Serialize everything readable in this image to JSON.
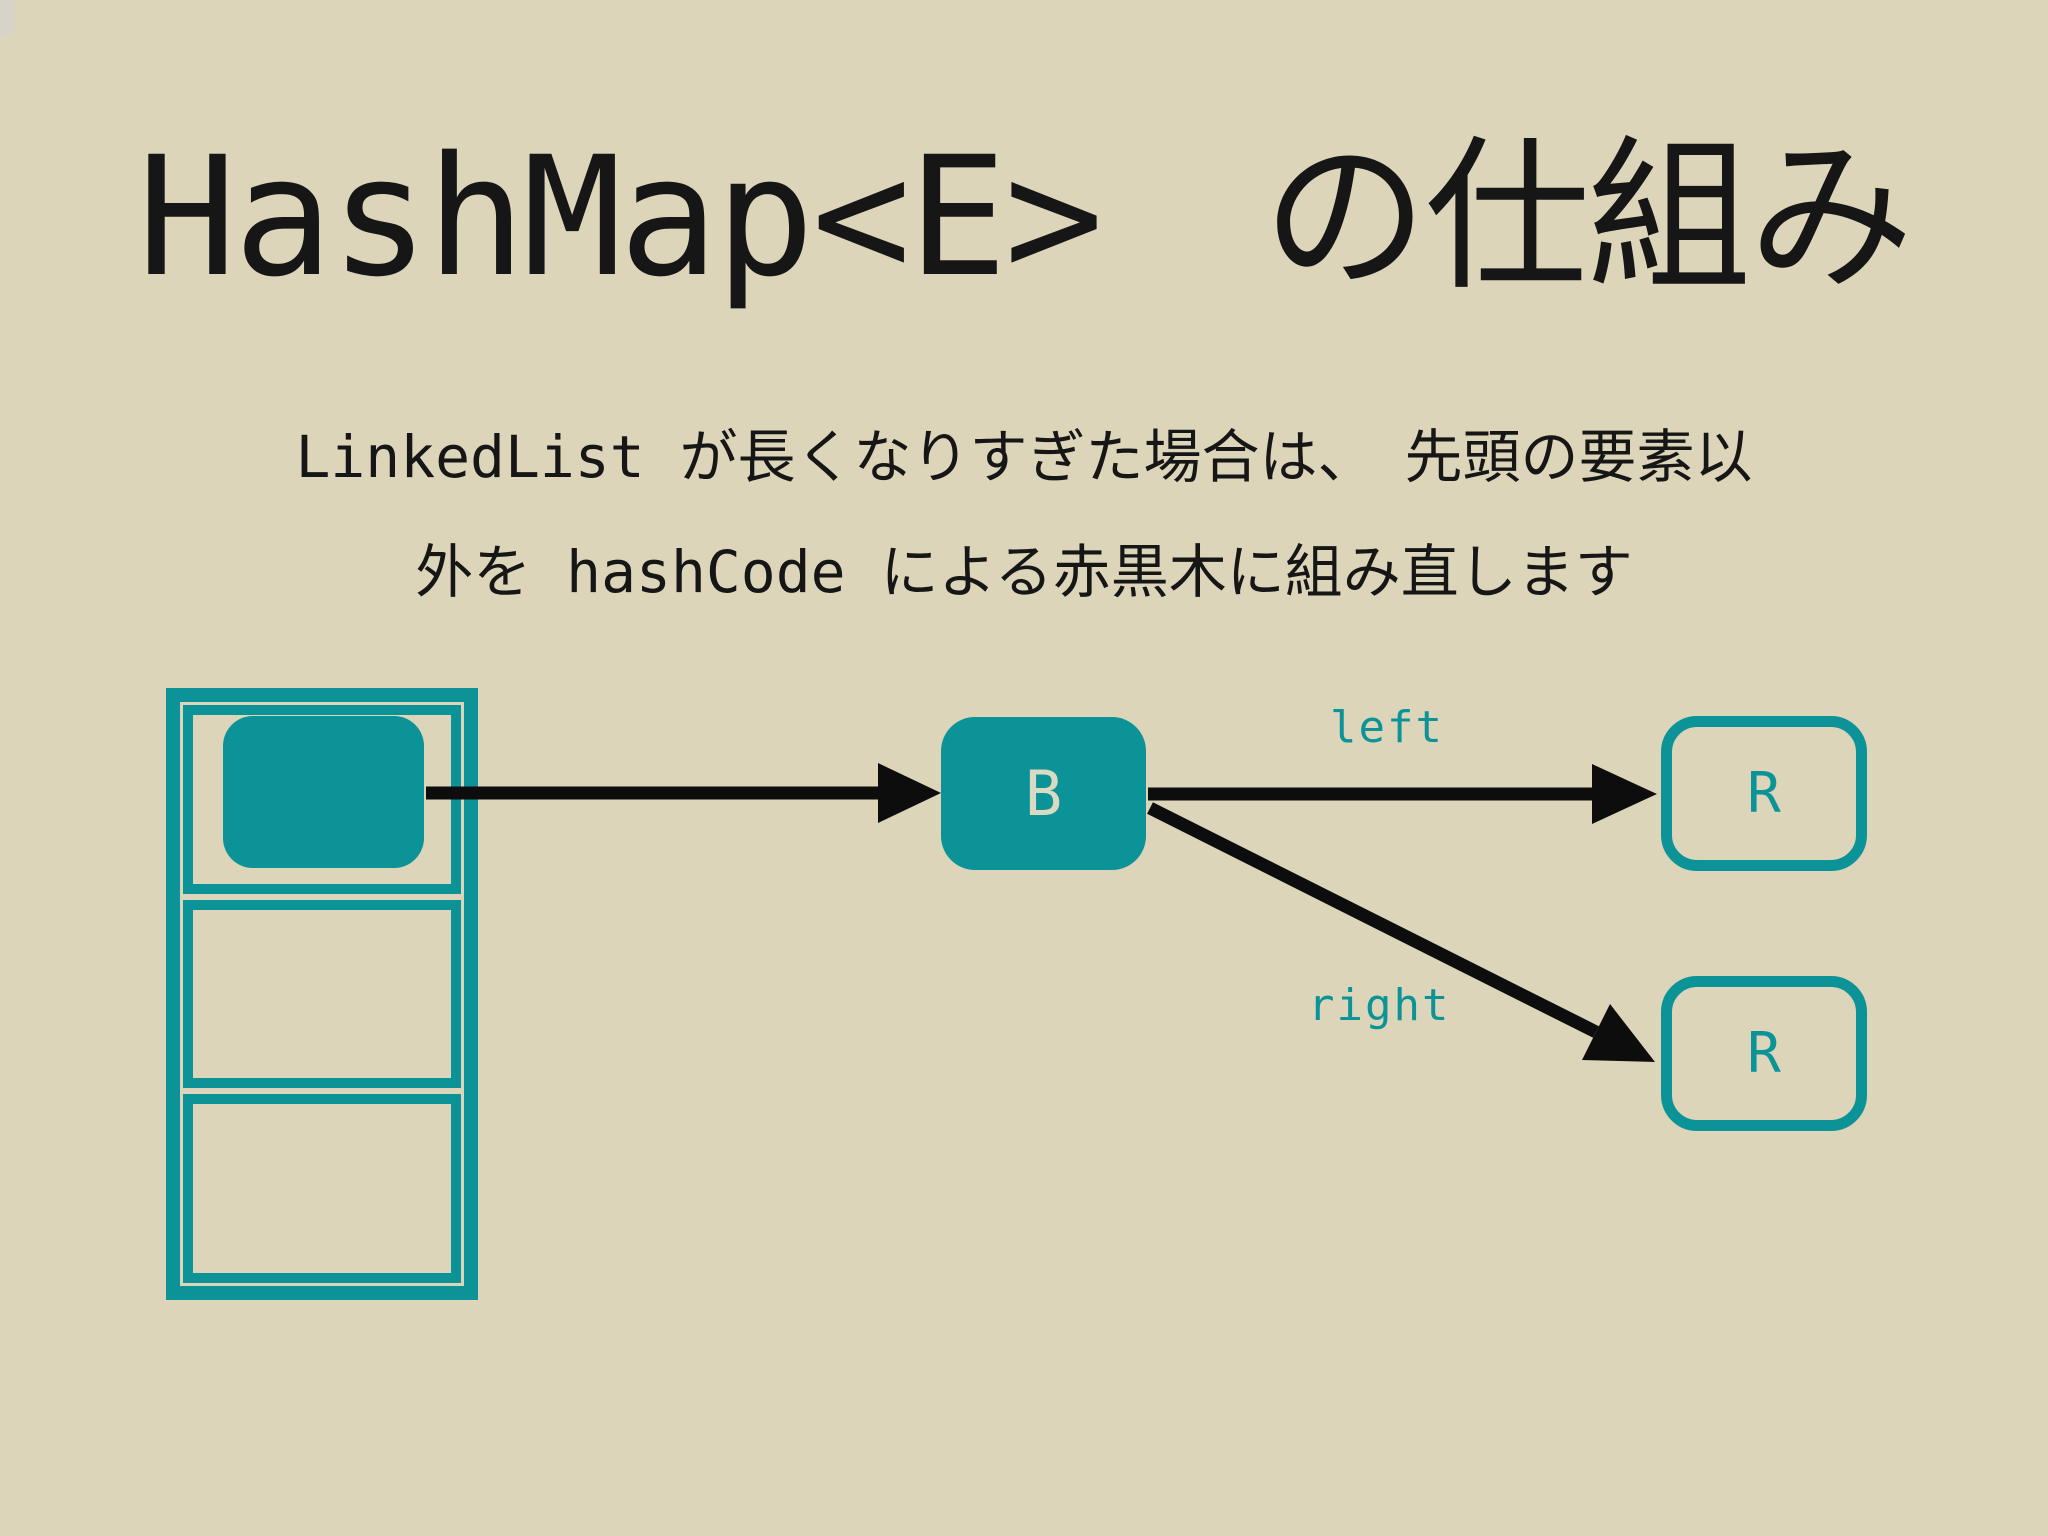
{
  "title": "HashMap<E>　の仕組み",
  "subtitle": {
    "line1": "LinkedList が長くなりすぎた場合は、　先頭の要素以",
    "line2": "外を hashCode による赤黒木に組み直します"
  },
  "diagram": {
    "bucket_cell_count": 3,
    "bucket_filled_cell_index": 0,
    "nodes": {
      "b": "B",
      "r_top": "R",
      "r_bottom": "R"
    },
    "edge_labels": {
      "left": "left",
      "right": "right"
    }
  },
  "colors": {
    "background": "#dcd5ba",
    "teal": "#0b9398",
    "arrow_black": "#0d0d0d",
    "text_black": "#161616",
    "node_b_text": "#dad9c1",
    "corner_artifact": "#d6d3c8"
  }
}
